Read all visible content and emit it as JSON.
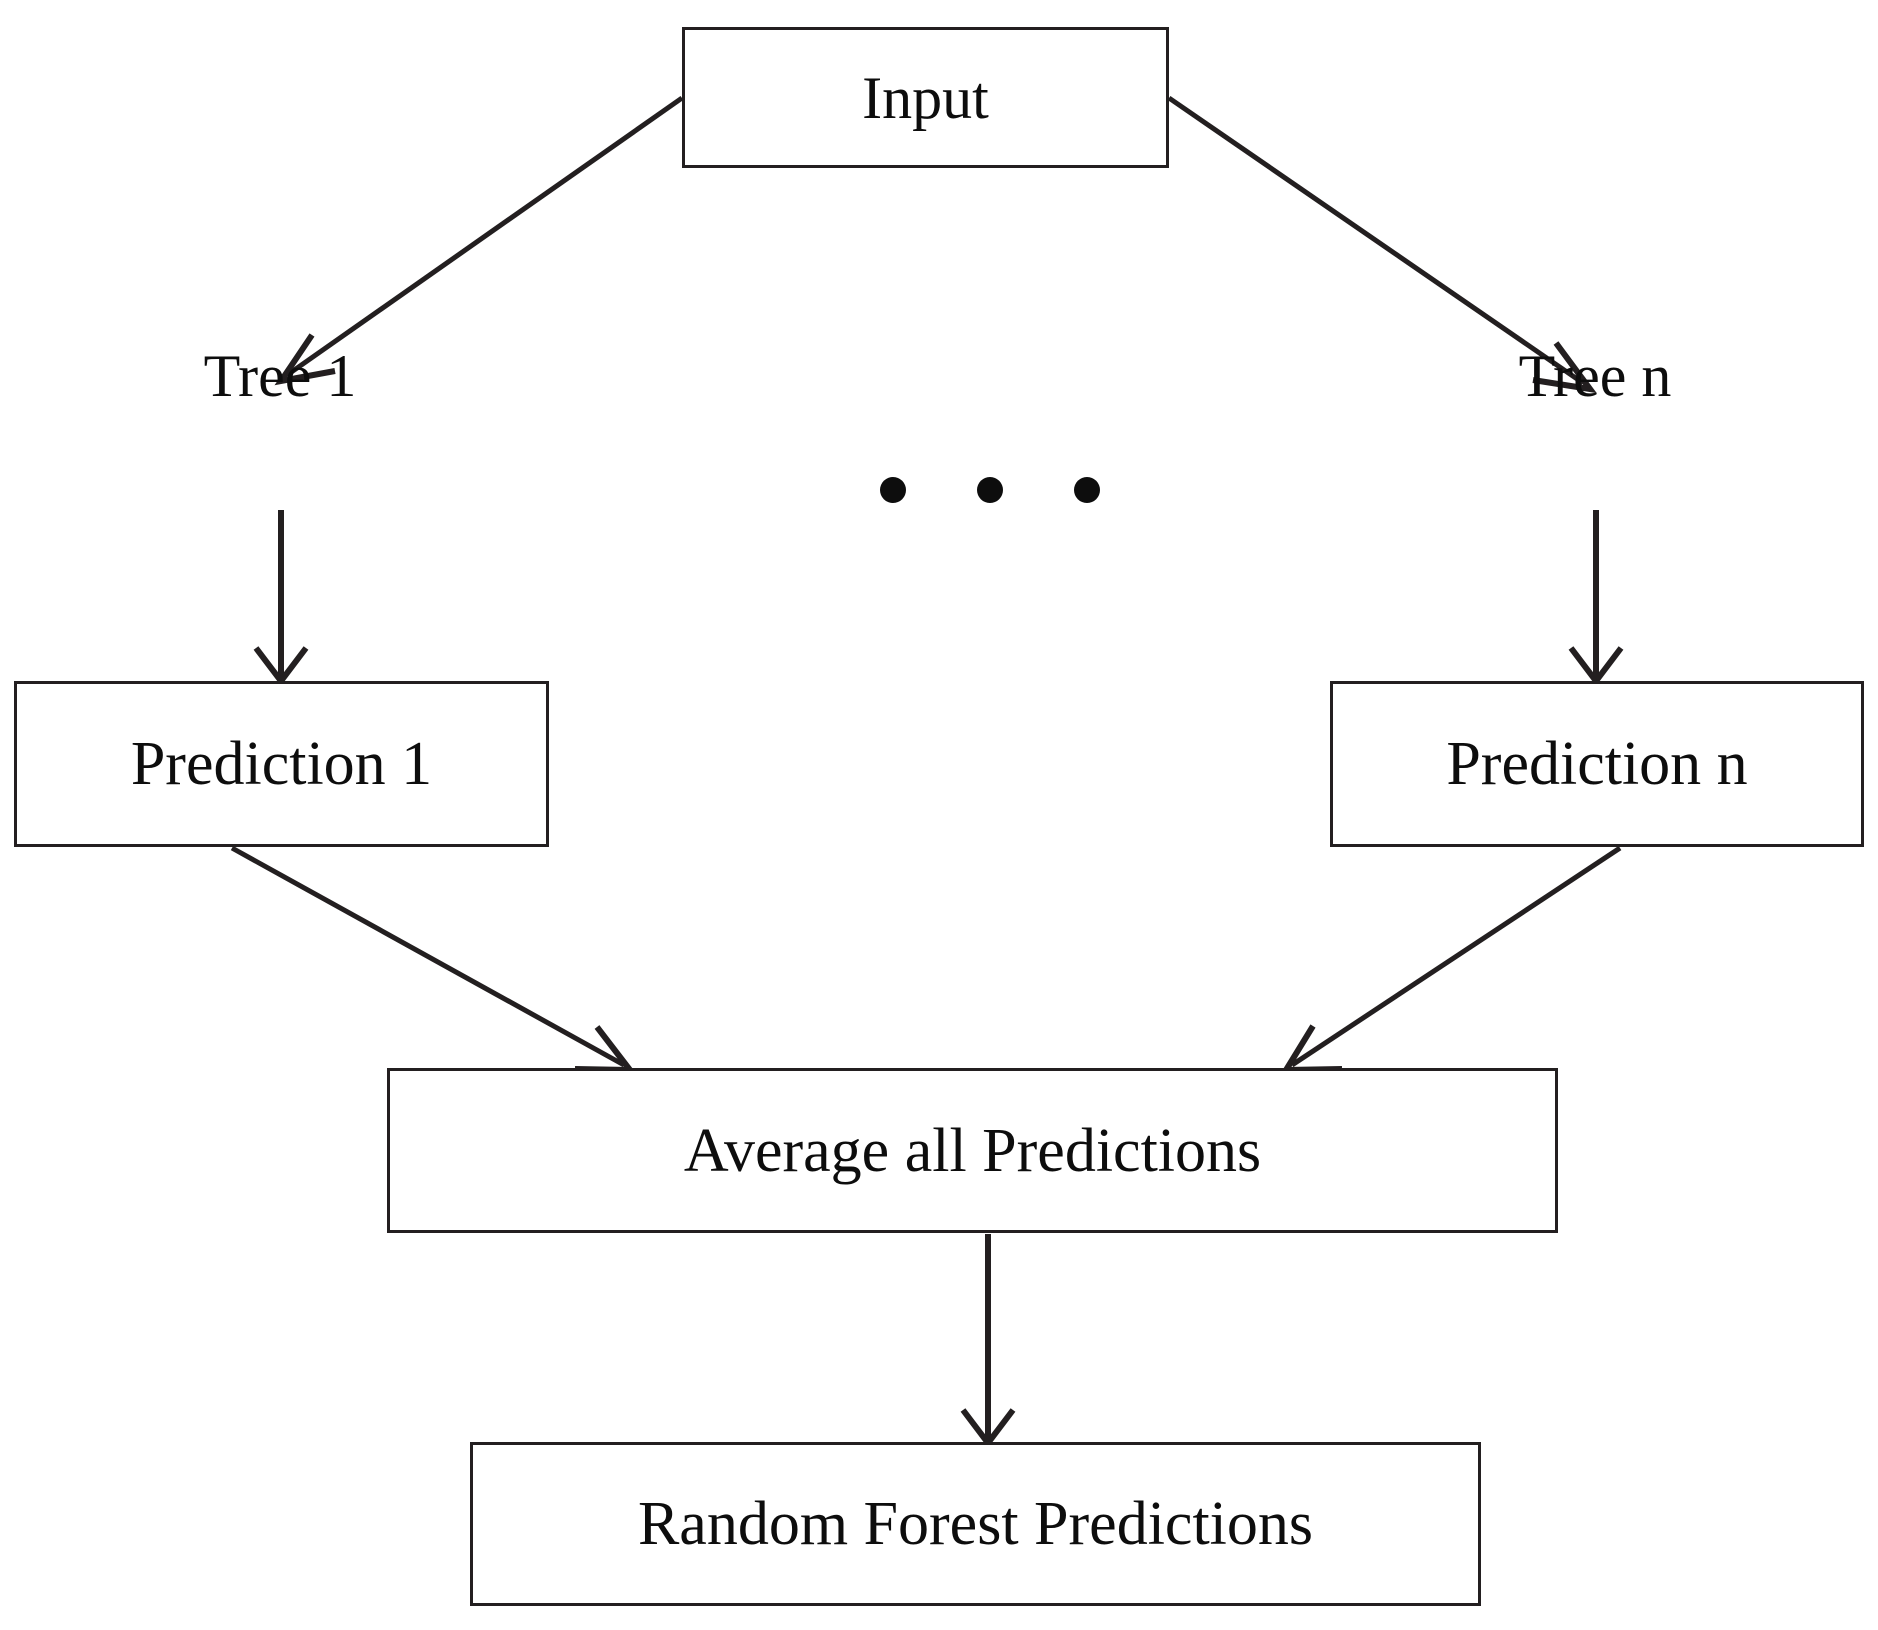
{
  "diagram": {
    "title": "Random Forest Prediction Flow",
    "stroke_color": "#231f20",
    "text_color": "#0d0d0d",
    "background_color": "#ffffff",
    "nodes": [
      {
        "id": "input",
        "label": "Input",
        "shape": "rectangle"
      },
      {
        "id": "tree_1",
        "label": "Tree 1",
        "shape": "plain-text"
      },
      {
        "id": "tree_n",
        "label": "Tree n",
        "shape": "plain-text"
      },
      {
        "id": "ellipsis",
        "label": "• • •",
        "shape": "dots"
      },
      {
        "id": "pred_1",
        "label": "Prediction 1",
        "shape": "rectangle"
      },
      {
        "id": "pred_n",
        "label": "Prediction n",
        "shape": "rectangle"
      },
      {
        "id": "average",
        "label": "Average all Predictions",
        "shape": "rectangle"
      },
      {
        "id": "rf_output",
        "label": "Random Forest Predictions",
        "shape": "rectangle"
      }
    ],
    "edges": [
      {
        "from": "input",
        "to": "tree_1",
        "style": "diagonal-arrow"
      },
      {
        "from": "input",
        "to": "tree_n",
        "style": "diagonal-arrow"
      },
      {
        "from": "tree_1",
        "to": "pred_1",
        "style": "vertical-arrow"
      },
      {
        "from": "tree_n",
        "to": "pred_n",
        "style": "vertical-arrow"
      },
      {
        "from": "pred_1",
        "to": "average",
        "style": "diagonal-arrow"
      },
      {
        "from": "pred_n",
        "to": "average",
        "style": "diagonal-arrow"
      },
      {
        "from": "average",
        "to": "rf_output",
        "style": "vertical-arrow"
      }
    ],
    "ellipsis_dot_count": 3
  }
}
